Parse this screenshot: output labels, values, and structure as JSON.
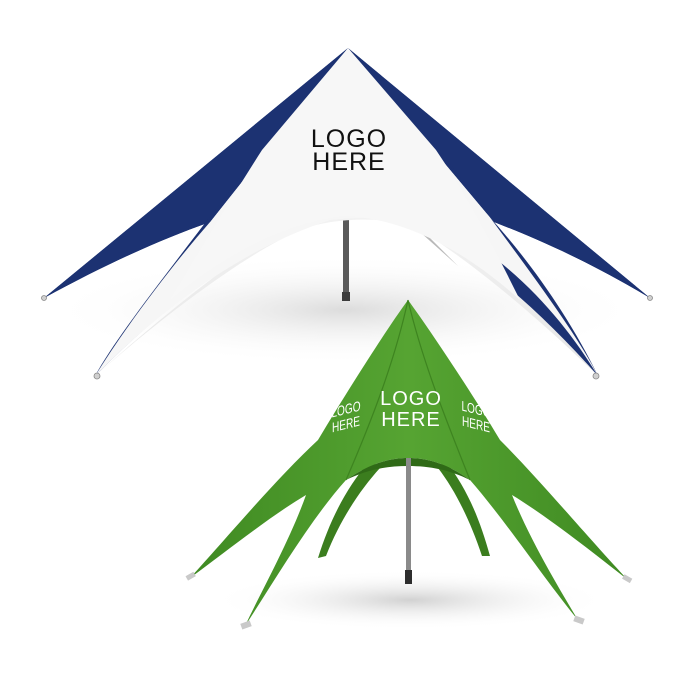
{
  "products": [
    {
      "name": "blue-white-star-tent",
      "logo_line_1": "LOGO",
      "logo_line_2": "HERE",
      "colors": {
        "fabric_primary": "#1c3272",
        "fabric_secondary": "#f4f4f4",
        "pole": "#5a5a5a"
      }
    },
    {
      "name": "green-star-tent",
      "logo_line_1": "LOGO",
      "logo_line_2": "HERE",
      "side_logo_left_1": "LOGO",
      "side_logo_left_2": "HERE",
      "side_logo_right_1": "LOGO",
      "side_logo_right_2": "HERE",
      "colors": {
        "fabric_primary": "#4e9a2c",
        "fabric_shadow": "#3b7d1e",
        "pole": "#7a7a7a"
      }
    }
  ],
  "background_color": "#ffffff"
}
